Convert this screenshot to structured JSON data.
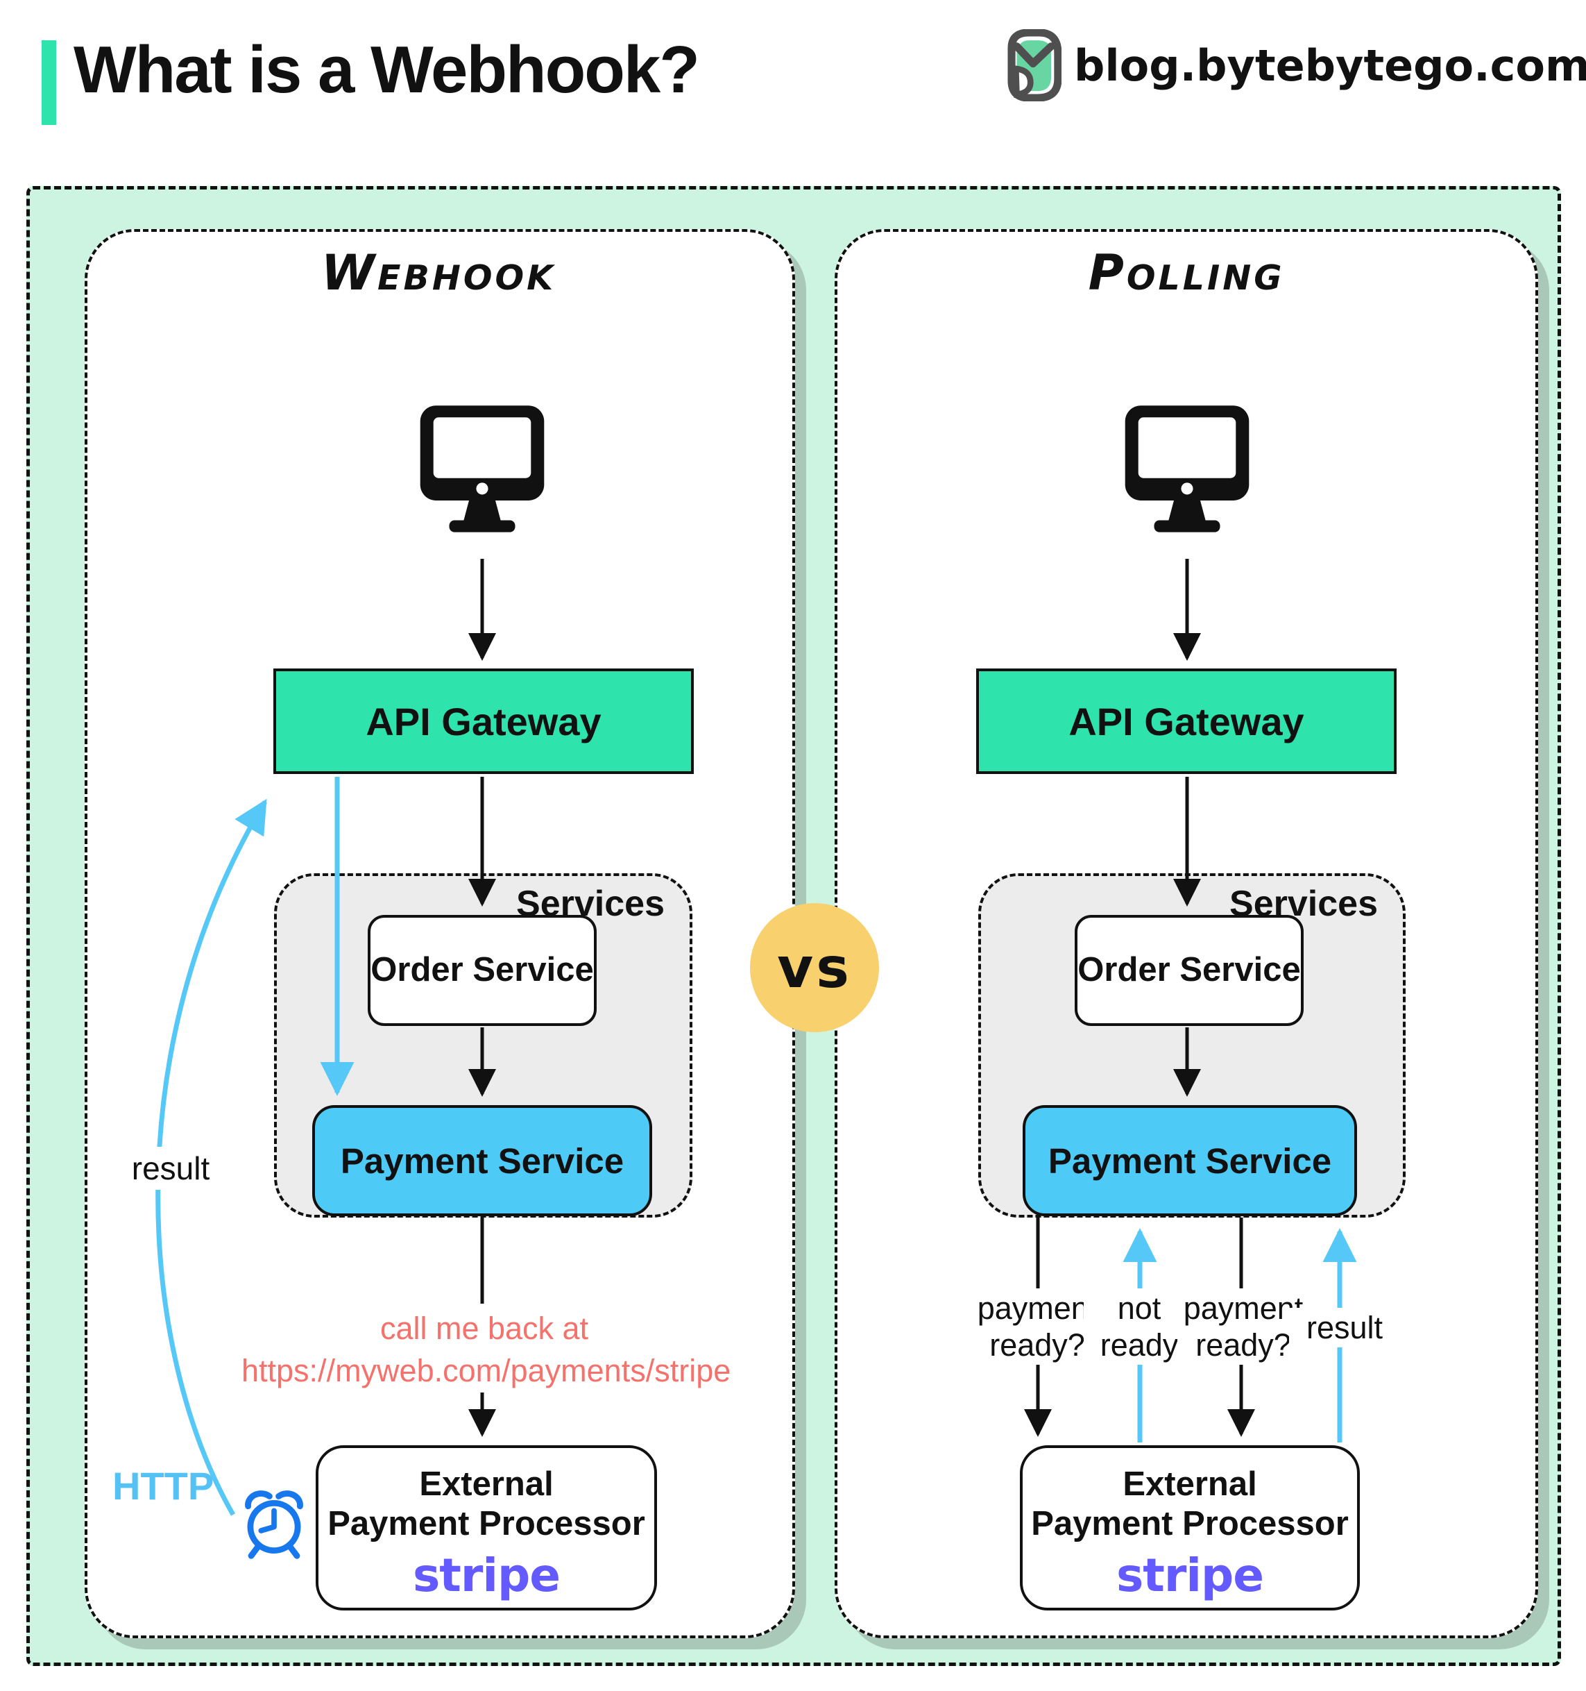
{
  "header": {
    "title": "What is a Webhook?",
    "site": "blog.bytebytego.com"
  },
  "vs_label": "vs",
  "colors": {
    "accent_teal": "#2ee3ac",
    "mint_background": "#cdf4e1",
    "gateway_green": "#2ee3ac",
    "payment_blue": "#4ecaf7",
    "arrow_blue": "#56c8f7",
    "clock_blue": "#1778ee",
    "callback_salmon": "#f4726b",
    "stripe_purple": "#635bff",
    "vs_yellow": "#f8d06e",
    "services_gray": "#ececec"
  },
  "panels": {
    "webhook": {
      "title": "Webhook",
      "api_gateway": "API Gateway",
      "services_label": "Services",
      "order_service": "Order Service",
      "payment_service": "Payment Service",
      "callback_line1": "call me back at",
      "callback_line2": "https://myweb.com/payments/stripe",
      "external_line1": "External",
      "external_line2": "Payment Processor",
      "external_brand": "stripe",
      "result_label": "result",
      "http_label": "HTTP"
    },
    "polling": {
      "title": "Polling",
      "api_gateway": "API Gateway",
      "services_label": "Services",
      "order_service": "Order Service",
      "payment_service": "Payment Service",
      "arrow_labels": [
        "payment ready?",
        "not ready",
        "payment ready?",
        "result"
      ],
      "external_line1": "External",
      "external_line2": "Payment Processor",
      "external_brand": "stripe"
    }
  }
}
